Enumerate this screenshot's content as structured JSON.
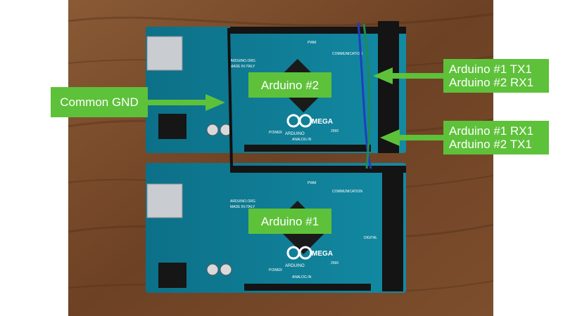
{
  "labels": {
    "board_top": "Arduino #2",
    "board_bottom": "Arduino #1",
    "gnd": "Common GND",
    "link1_line1": "Arduino #1 TX1",
    "link1_line2": "Arduino #2 RX1",
    "link2_line1": "Arduino #1 RX1",
    "link2_line2": "Arduino #2 TX1"
  },
  "board_print": {
    "brand": "ARDUINO",
    "model": "MEGA",
    "number": "2560",
    "power": "POWER",
    "analog_in": "ANALOG IN",
    "communication": "COMMUNICATION",
    "pwm": "PWM",
    "digital": "DIGITAL",
    "made_in": "MADE IN ITALY",
    "site": "ARDUINO.ORG"
  },
  "colors": {
    "label_green": "#5ec13a",
    "label_text": "#ffffff",
    "board_teal": "#0f7f97",
    "wood": "#7a4a2a",
    "wire_black": "#111111",
    "wire_blue": "#1e3fbf",
    "wire_green": "#1f8a5a"
  }
}
